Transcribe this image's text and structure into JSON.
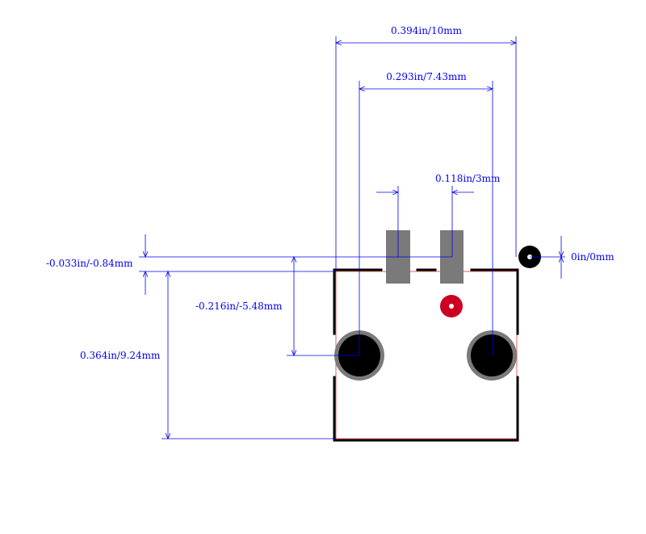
{
  "dimensions": {
    "overall_width": "0.394in/10mm",
    "pad_pitch_x": "0.293in/7.43mm",
    "smd_pad_width": "0.118in/3mm",
    "origin": "0in/0mm",
    "smd_offset_y": "-0.033in/-0.84mm",
    "hole_offset_y": "-0.216in/-5.48mm",
    "overall_height": "0.364in/9.24mm"
  },
  "colors": {
    "dimension": "#0000ee",
    "silkscreen": "#000000",
    "courtyard": "#e06060",
    "smd_pad": "#7a7a7a",
    "hole_ring": "#7a7a7a",
    "hole": "#000000",
    "pin1_marker": "#cc0022",
    "background": "#ffffff"
  }
}
